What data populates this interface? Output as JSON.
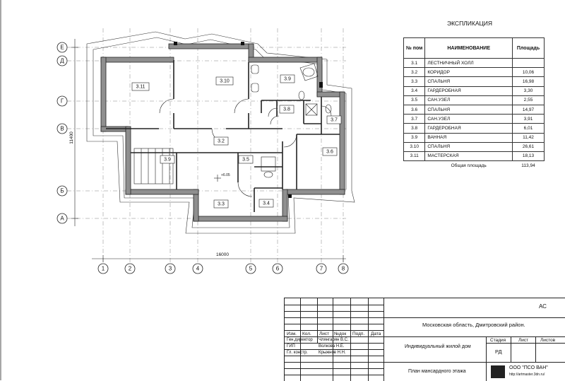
{
  "axes": {
    "horizontal": [
      "1",
      "2",
      "3",
      "4",
      "5",
      "6",
      "7",
      "8"
    ],
    "vertical": [
      "Е",
      "Д",
      "Г",
      "В",
      "Б",
      "А"
    ],
    "dim_width": "16000",
    "dim_height": "11400",
    "elevation": "+6.05"
  },
  "rooms": [
    "3.11",
    "3.10",
    "3.9",
    "3.8",
    "3.7",
    "3.6",
    "3.5",
    "3.4",
    "3.3",
    "3.2",
    "3.9"
  ],
  "explication": {
    "title": "ЭКСПЛИКАЦИЯ",
    "headers": {
      "num": "№ пом",
      "name": "НАИМЕНОВАНИЕ",
      "area": "Площадь"
    },
    "rows": [
      {
        "num": "3.1",
        "name": "ЛЕСТНИЧНЫЙ ХОЛЛ",
        "area": ""
      },
      {
        "num": "3.2",
        "name": "КОРИДОР",
        "area": "10,06"
      },
      {
        "num": "3.3",
        "name": "СПАЛЬНЯ",
        "area": "16,98"
      },
      {
        "num": "3.4",
        "name": "ГАРДЕРОБНАЯ",
        "area": "3,30"
      },
      {
        "num": "3.5",
        "name": "САН.УЗЕЛ",
        "area": "2,55"
      },
      {
        "num": "3.6",
        "name": "СПАЛЬНЯ",
        "area": "14,97"
      },
      {
        "num": "3.7",
        "name": "САН.УЗЕЛ",
        "area": "3,91"
      },
      {
        "num": "3.8",
        "name": "ГАРДЕРОБНАЯ",
        "area": "6,01"
      },
      {
        "num": "3.9",
        "name": "ВАННАЯ",
        "area": "11,42"
      },
      {
        "num": "3.10",
        "name": "СПАЛЬНЯ",
        "area": "26,61"
      },
      {
        "num": "3.11",
        "name": "МАСТЕРСКАЯ",
        "area": "18,13"
      }
    ],
    "total_label": "Общая площадь",
    "total_value": "113,94"
  },
  "title_block": {
    "code": "АС",
    "location": "Московская область, Дмитровский район.",
    "project": "Индивидуальный жилой дом",
    "sheet_title": "План мансардного этажа",
    "col_headers": [
      "Изм.",
      "Кол.",
      "Лист",
      "№док",
      "Подп.",
      "Дата"
    ],
    "people": [
      {
        "role": "Ген.директор",
        "name": "Члянгарян В.С."
      },
      {
        "role": "ГИП",
        "name": "Волкова Н.Е."
      },
      {
        "role": "Гл. констр.",
        "name": "Крыжнов Н.Н."
      }
    ],
    "stage_label": "Стадия",
    "sheet_label": "Лист",
    "sheets_label": "Листов",
    "stage_value": "РД",
    "company": "ООО \"ПСО ВАН\"",
    "website": "http://artmaster.3dn.ru/"
  }
}
